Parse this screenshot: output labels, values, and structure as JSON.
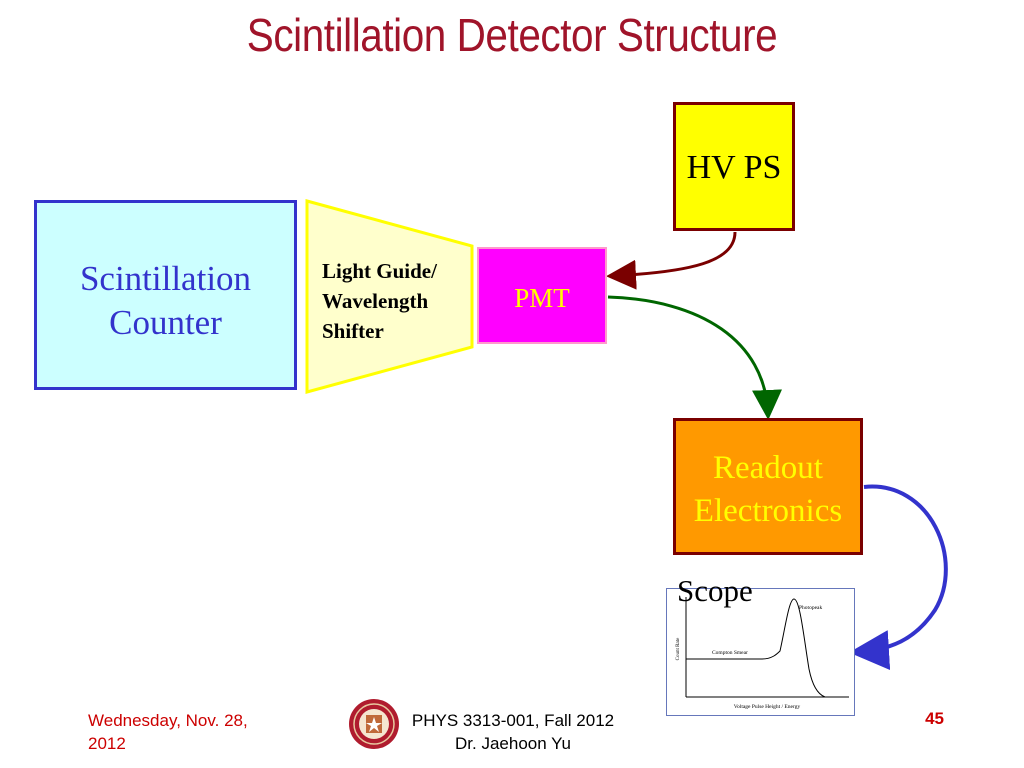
{
  "title": "Scintillation Detector Structure",
  "diagram": {
    "counter": [
      "Scintillation",
      "Counter"
    ],
    "light_guide": [
      "Light Guide/",
      "Wavelength",
      "Shifter"
    ],
    "pmt": "PMT",
    "hv_ps": "HV PS",
    "readout": [
      "Readout",
      "Electronics"
    ],
    "scope": {
      "label": "Scope",
      "y_axis": "Count Rate",
      "x_axis": "Voltage Pulse Height / Energy",
      "peak_label": "Photopeak",
      "smear_label": "Compton Smear"
    }
  },
  "footer": {
    "date": [
      "Wednesday, Nov. 28,",
      "2012"
    ],
    "course": [
      "PHYS 3313-001, Fall 2012",
      "Dr. Jaehoon Yu"
    ],
    "page": "45"
  },
  "colors": {
    "title": "#a0142a",
    "counter_fill": "#ccffff",
    "counter_border": "#3333cc",
    "light_guide_fill": "#ffffcc",
    "light_guide_border": "#ffff00",
    "pmt_fill": "#ff00ff",
    "hv_fill": "#ffff00",
    "readout_fill": "#ff9900",
    "hv_arrow": "#7a0000",
    "pmt_arrow": "#006600",
    "readout_arrow": "#3333cc"
  }
}
